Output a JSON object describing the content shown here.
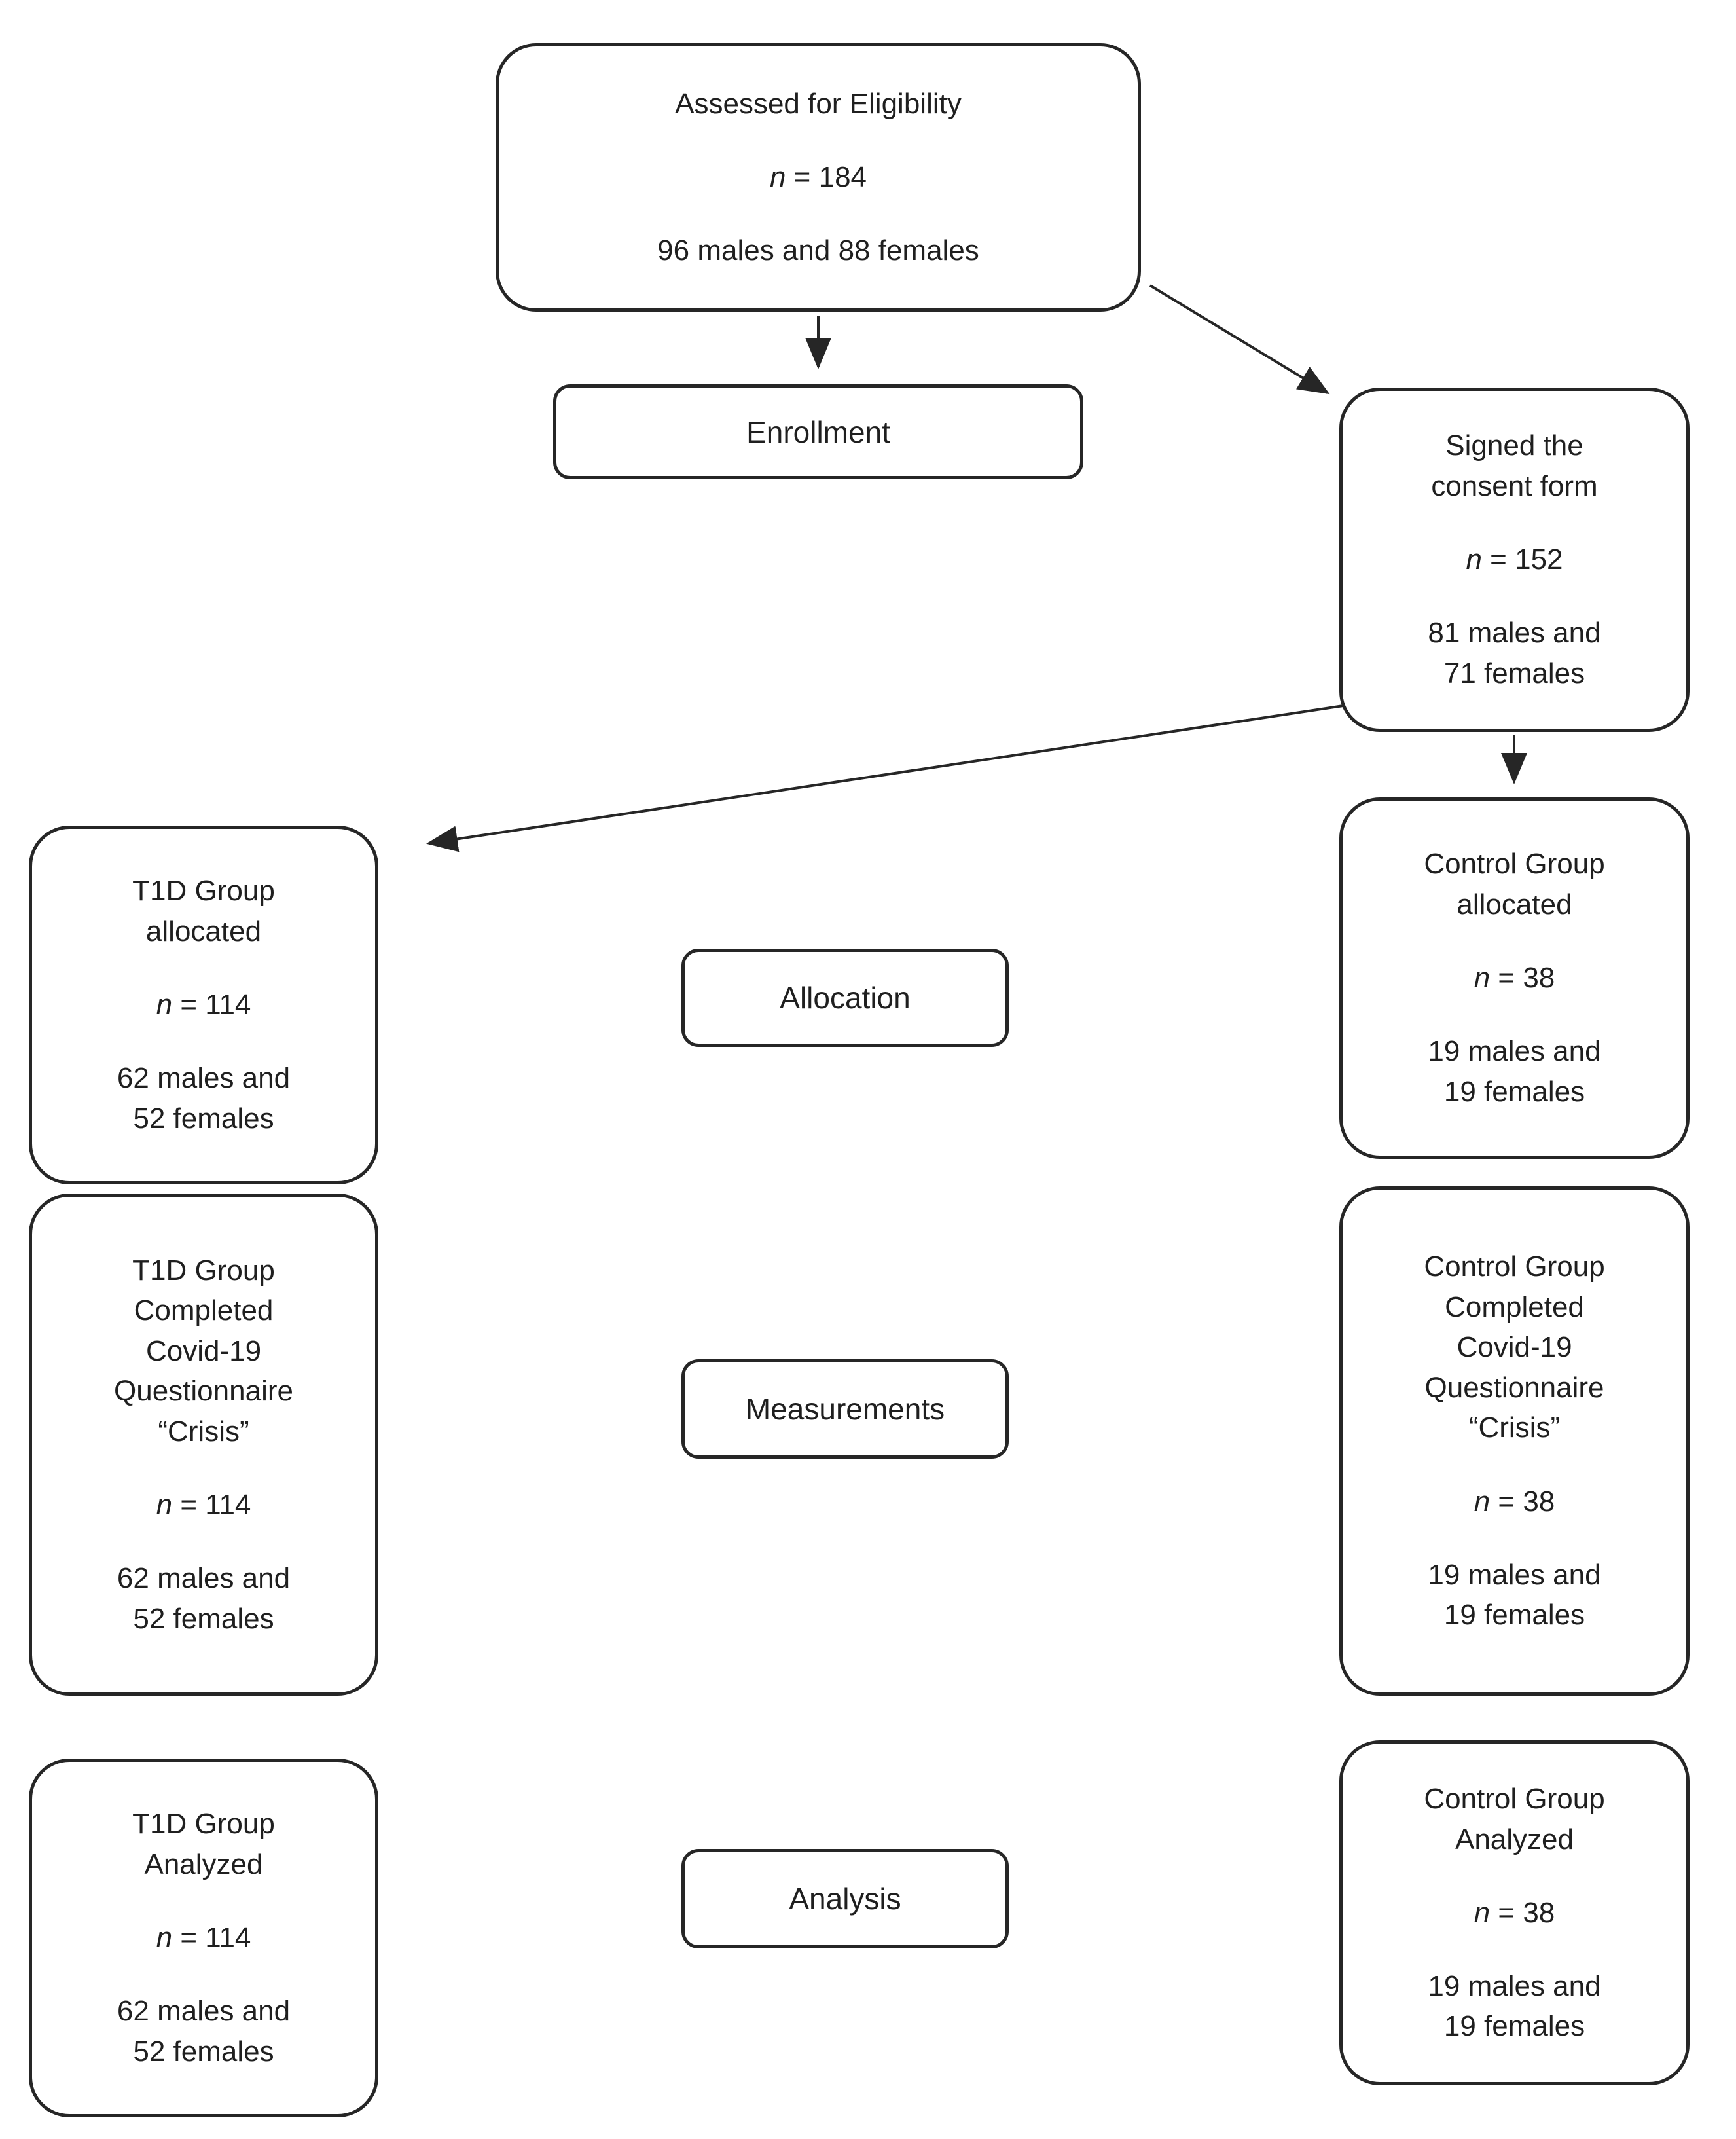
{
  "colors": {
    "background": "#ffffff",
    "ink": "#262626",
    "text": "#1f1f1f"
  },
  "stages": {
    "enrollment": "Enrollment",
    "allocation": "Allocation",
    "measurements": "Measurements",
    "analysis": "Analysis"
  },
  "nodes": {
    "assessed": {
      "lines": [
        "Assessed for Eligibility",
        "",
        "n = 184",
        "",
        "96 males and 88 females"
      ]
    },
    "signed_consent": {
      "lines": [
        "Signed the",
        "consent form",
        "",
        "n = 152",
        "",
        "81 males and",
        "71 females"
      ]
    },
    "t1d_allocated": {
      "lines": [
        "T1D Group",
        "allocated",
        "",
        "n = 114",
        "",
        "62 males and",
        "52 females"
      ]
    },
    "control_allocated": {
      "lines": [
        "Control Group",
        "allocated",
        "",
        "n = 38",
        "",
        "19 males and",
        "19 females"
      ]
    },
    "t1d_completed": {
      "lines": [
        "T1D Group",
        "Completed",
        "Covid-19",
        "Questionnaire",
        "“Crisis”",
        "",
        "n = 114",
        "",
        "62 males and",
        "52 females"
      ]
    },
    "control_completed": {
      "lines": [
        "Control Group",
        "Completed",
        "Covid-19",
        "Questionnaire",
        "“Crisis”",
        "",
        "n = 38",
        "",
        "19 males and",
        "19 females"
      ]
    },
    "t1d_analyzed": {
      "lines": [
        "T1D Group",
        "Analyzed",
        "",
        "n = 114",
        "",
        "62 males and",
        "52 females"
      ]
    },
    "control_analyzed": {
      "lines": [
        "Control Group",
        "Analyzed",
        "",
        "n = 38",
        "",
        "19 males and",
        "19 females"
      ]
    }
  }
}
